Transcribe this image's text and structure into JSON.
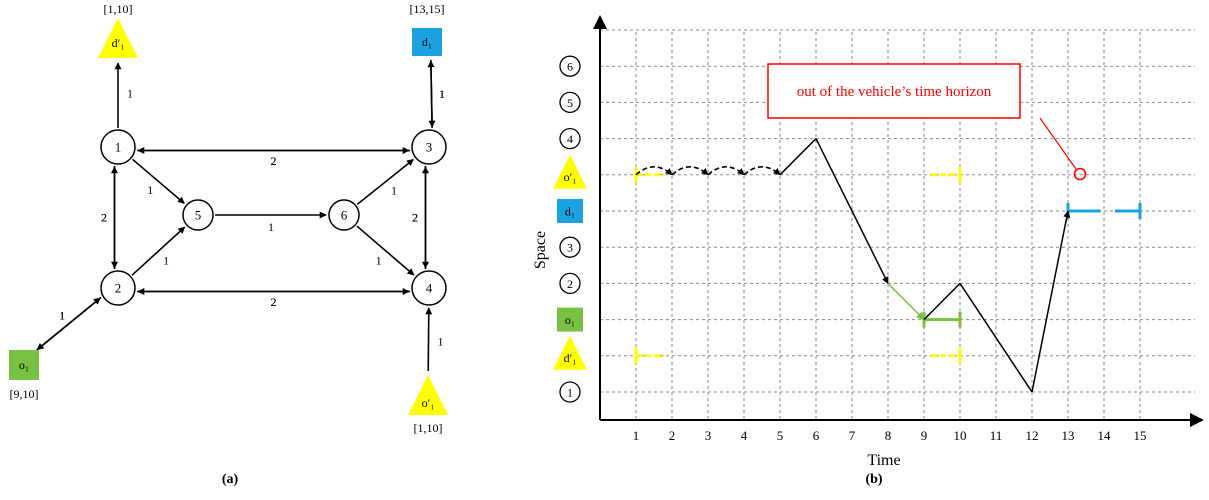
{
  "colors": {
    "yellow": "#ffff00",
    "blue": "#1aa3e0",
    "green": "#7ac143",
    "red": "#ff0000"
  },
  "network": {
    "caption": "(a)",
    "nodes": [
      "1",
      "2",
      "3",
      "4",
      "5",
      "6"
    ],
    "special_nodes": {
      "dprime": {
        "label": "d′₁",
        "window": "[1,10]"
      },
      "d1": {
        "label": "d₁",
        "window": "[13,15]"
      },
      "o1": {
        "label": "o₁",
        "window": "[9,10]"
      },
      "oprime": {
        "label": "o′₁",
        "window": "[1,10]"
      }
    },
    "edges": [
      {
        "from": "1",
        "to": "d'1",
        "w": "1"
      },
      {
        "from": "d1",
        "to": "3",
        "w": "1"
      },
      {
        "from": "3",
        "to": "d1",
        "w": "1"
      },
      {
        "from": "3",
        "to": "1",
        "w": "2"
      },
      {
        "from": "1",
        "to": "3",
        "w": "2"
      },
      {
        "from": "2",
        "to": "1",
        "w": "2"
      },
      {
        "from": "1",
        "to": "2",
        "w": "2"
      },
      {
        "from": "1",
        "to": "5",
        "w": "1"
      },
      {
        "from": "2",
        "to": "5",
        "w": "1"
      },
      {
        "from": "5",
        "to": "6",
        "w": "1"
      },
      {
        "from": "6",
        "to": "3",
        "w": "1"
      },
      {
        "from": "6",
        "to": "4",
        "w": "1"
      },
      {
        "from": "4",
        "to": "3",
        "w": "2"
      },
      {
        "from": "3",
        "to": "4",
        "w": "2"
      },
      {
        "from": "4",
        "to": "2",
        "w": "2"
      },
      {
        "from": "2",
        "to": "4",
        "w": "2"
      },
      {
        "from": "o1",
        "to": "2",
        "w": "1"
      },
      {
        "from": "2",
        "to": "o1",
        "w": "1"
      },
      {
        "from": "o'1",
        "to": "4",
        "w": "1"
      }
    ]
  },
  "chart": {
    "caption": "(b)",
    "xlabel": "Time",
    "ylabel": "Space",
    "x_ticks": [
      "1",
      "2",
      "3",
      "4",
      "5",
      "6",
      "7",
      "8",
      "9",
      "10",
      "11",
      "12",
      "13",
      "14",
      "15"
    ],
    "y_rows": [
      "1",
      "d′₁",
      "o₁",
      "2",
      "3",
      "d₁",
      "o′₁",
      "4",
      "5",
      "6"
    ],
    "annotation": "out of the vehicle’s time horizon"
  },
  "chart_data": {
    "type": "line",
    "xlabel": "Time",
    "ylabel": "Space",
    "x_range": [
      1,
      15
    ],
    "y_categories": [
      "1",
      "d'1",
      "o1",
      "2",
      "3",
      "d1",
      "o'1",
      "4",
      "5",
      "6"
    ],
    "vehicle_path": [
      {
        "t": 1,
        "s": "o'1"
      },
      {
        "t": 2,
        "s": "o'1"
      },
      {
        "t": 3,
        "s": "o'1"
      },
      {
        "t": 4,
        "s": "o'1"
      },
      {
        "t": 5,
        "s": "o'1"
      },
      {
        "t": 6,
        "s": "4"
      },
      {
        "t": 8,
        "s": "2"
      },
      {
        "t": 9,
        "s": "o1"
      },
      {
        "t": 10,
        "s": "2"
      },
      {
        "t": 12,
        "s": "1"
      },
      {
        "t": 13,
        "s": "d1"
      }
    ],
    "time_windows": [
      {
        "node": "o'1",
        "from": 1,
        "to": 10,
        "color": "yellow"
      },
      {
        "node": "d'1",
        "from": 1,
        "to": 10,
        "color": "yellow"
      },
      {
        "node": "o1",
        "from": 9,
        "to": 10,
        "color": "green"
      },
      {
        "node": "d1",
        "from": 13,
        "to": 15,
        "color": "blue"
      }
    ],
    "highlighted_arc": {
      "from": {
        "t": 8,
        "s": "2"
      },
      "to": {
        "t": 9,
        "s": "o1"
      },
      "color": "green"
    }
  }
}
